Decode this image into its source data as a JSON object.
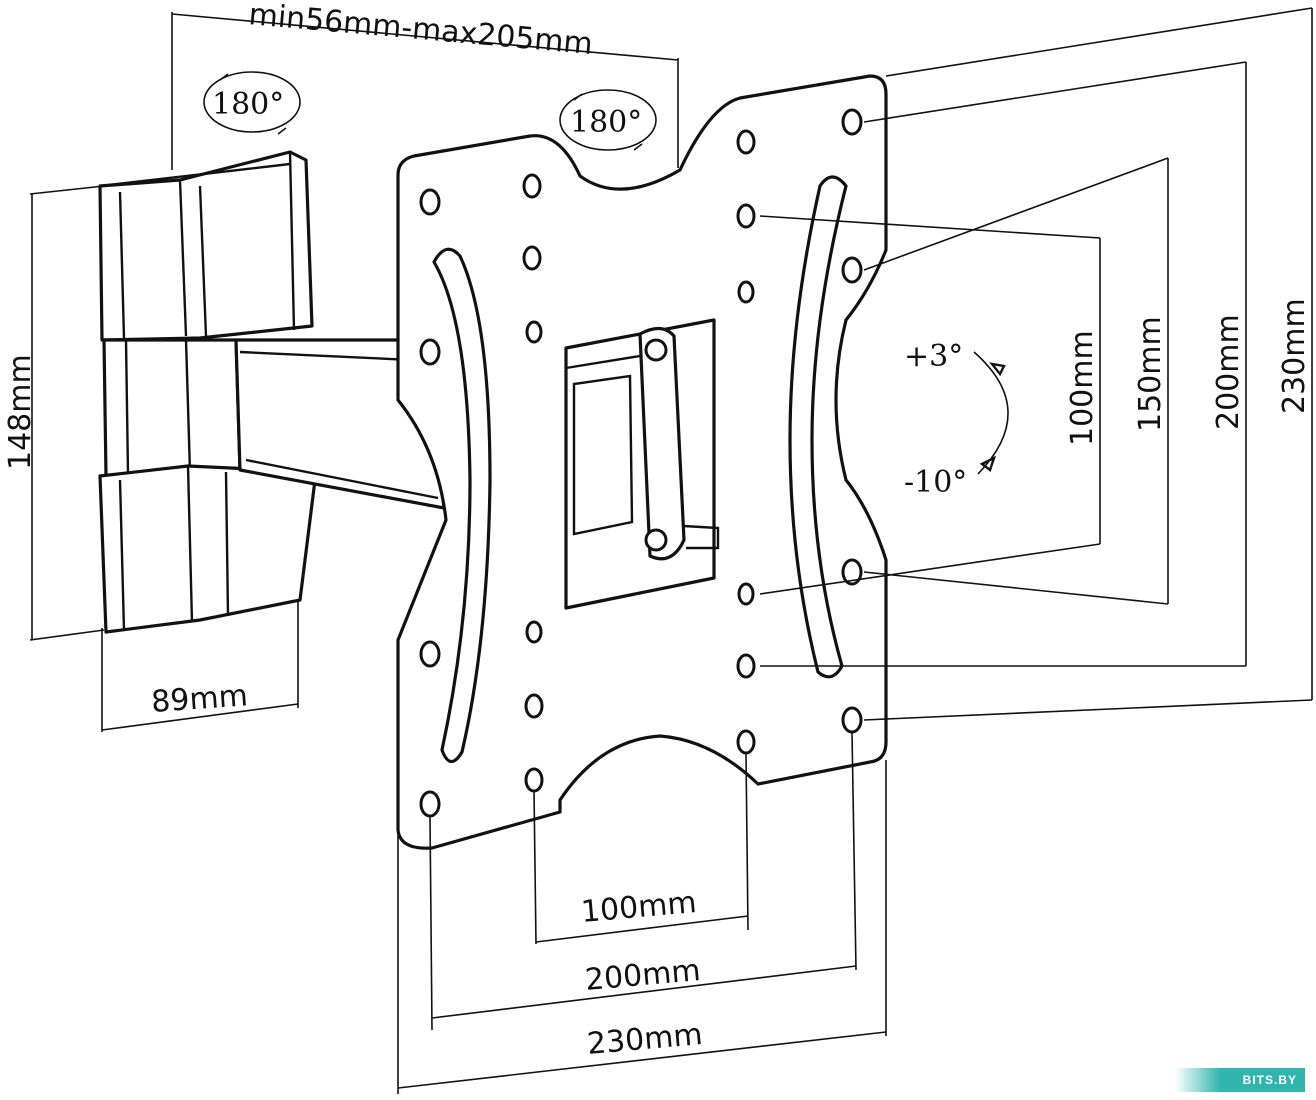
{
  "labels": {
    "arm_extension": "min56mm-max205mm",
    "swivel_left": "180°",
    "swivel_right": "180°",
    "wall_plate_height": "148mm",
    "wall_plate_width": "89mm",
    "tilt_up": "+3°",
    "tilt_down": "-10°",
    "vesa_v_100": "100mm",
    "vesa_v_150": "150mm",
    "vesa_v_200": "200mm",
    "vesa_v_230": "230mm",
    "vesa_h_100": "100mm",
    "vesa_h_200": "200mm",
    "vesa_h_230": "230mm"
  },
  "watermark": "BITS.BY",
  "colors": {
    "line": "#111111",
    "background": "#ffffff",
    "watermark": "#2fb5ad"
  }
}
